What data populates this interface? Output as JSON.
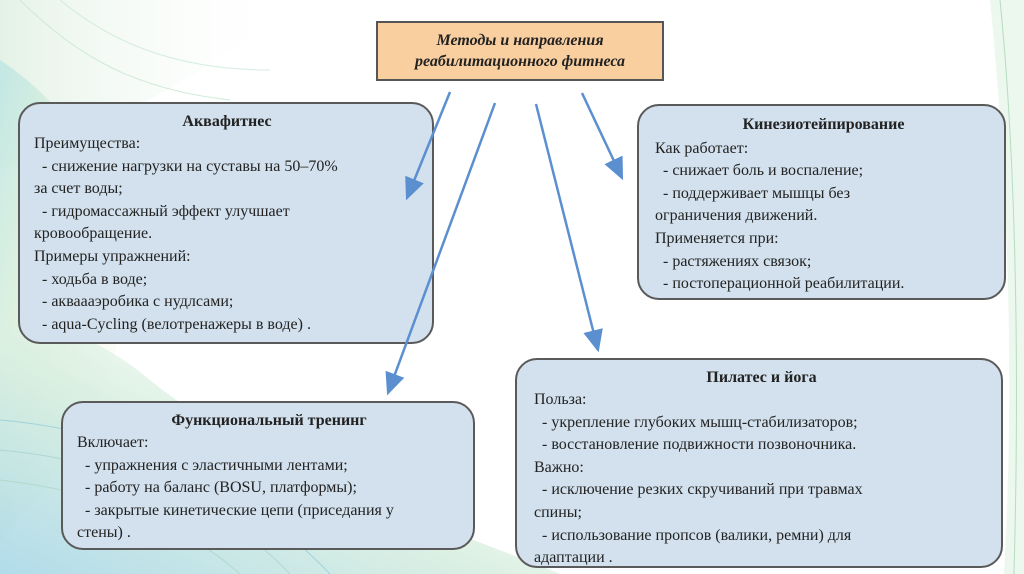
{
  "title": {
    "line1": "Методы и направления",
    "line2": "реабилитационного фитнеса"
  },
  "cards": {
    "aquafitness": {
      "title": "Аквафитнес",
      "lines": [
        {
          "text": "Преимущества:",
          "indent": false
        },
        {
          "text": "- снижение нагрузки на суставы на 50–70%",
          "indent": true
        },
        {
          "text": "за счет воды;",
          "indent": false
        },
        {
          "text": "- гидромассажный эффект улучшает",
          "indent": true
        },
        {
          "text": "кровообращение.",
          "indent": false
        },
        {
          "text": "Примеры упражнений:",
          "indent": false
        },
        {
          "text": "- ходьба в воде;",
          "indent": true
        },
        {
          "text": "- акваааэробика с нудлсами;",
          "indent": true
        },
        {
          "text": "- aqua-Cycling (велотренажеры в воде) .",
          "indent": true
        }
      ]
    },
    "kinesio": {
      "title": "Кинезиотейпирование",
      "lines": [
        {
          "text": "Как работает:",
          "indent": false
        },
        {
          "text": "- снижает боль и воспаление;",
          "indent": true
        },
        {
          "text": "- поддерживает мышцы без",
          "indent": true
        },
        {
          "text": "ограничения движений.",
          "indent": false
        },
        {
          "text": "Применяется при:",
          "indent": false
        },
        {
          "text": "- растяжениях связок;",
          "indent": true
        },
        {
          "text": "- постоперационной реабилитации.",
          "indent": true
        }
      ]
    },
    "functional": {
      "title": "Функциональный тренинг",
      "lines": [
        {
          "text": "Включает:",
          "indent": false
        },
        {
          "text": "- упражнения с эластичными лентами;",
          "indent": true
        },
        {
          "text": "- работу на баланс (BOSU, платформы);",
          "indent": true
        },
        {
          "text": "- закрытые кинетические цепи (приседания у",
          "indent": true
        },
        {
          "text": "стены) .",
          "indent": false
        }
      ]
    },
    "pilates": {
      "title": "Пилатес и йога",
      "lines": [
        {
          "text": "Польза:",
          "indent": false
        },
        {
          "text": "- укрепление глубоких мышц-стабилизаторов;",
          "indent": true
        },
        {
          "text": "- восстановление подвижности позвоночника.",
          "indent": true
        },
        {
          "text": "Важно:",
          "indent": false
        },
        {
          "text": "- исключение резких скручиваний при травмах",
          "indent": true
        },
        {
          "text": "спины;",
          "indent": false
        },
        {
          "text": "- использование пропсов (валики, ремни) для",
          "indent": true
        },
        {
          "text": "адаптации .",
          "indent": false
        }
      ]
    }
  },
  "colors": {
    "title_fill": "#f9cfa0",
    "card_fill": "#d2e1ed",
    "card_border": "#5a5a5a",
    "arrow": "#5b8fd0"
  }
}
